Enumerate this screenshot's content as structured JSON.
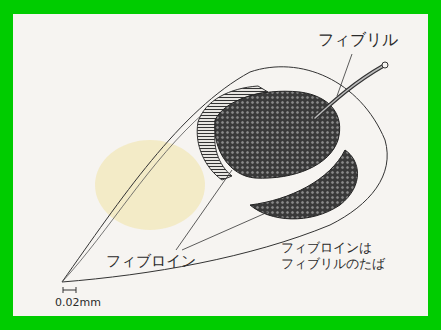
{
  "diagram": {
    "labels": [
      "フィブリル",
      "フィブロイン",
      "フィブロインは フィブリルのたば",
      "0.02mm"
    ]
  }
}
